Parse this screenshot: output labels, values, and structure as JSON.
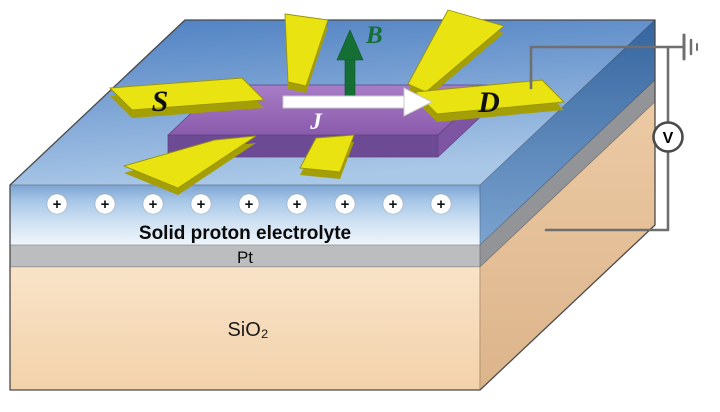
{
  "figure": {
    "device": {
      "source_label": "S",
      "drain_label": "D",
      "field_label": "B",
      "current_label": "J"
    },
    "layers": {
      "electrolyte": "Solid proton electrolyte",
      "metal": "Pt",
      "substrate": "SiO₂"
    },
    "charges": {
      "symbol": "+",
      "count": 9
    },
    "circuit": {
      "voltmeter_label": "V"
    },
    "colors": {
      "electrode": "#e9e311",
      "channel": "#8d5fae",
      "field_arrow": "#156f35",
      "current_arrow": "#ffffff",
      "electrolyte_blue": "#7ca4d2",
      "pt_gray": "#bcbdbf",
      "substrate_peach": "#f8dfc0",
      "wire": "#6f6f6f"
    }
  }
}
